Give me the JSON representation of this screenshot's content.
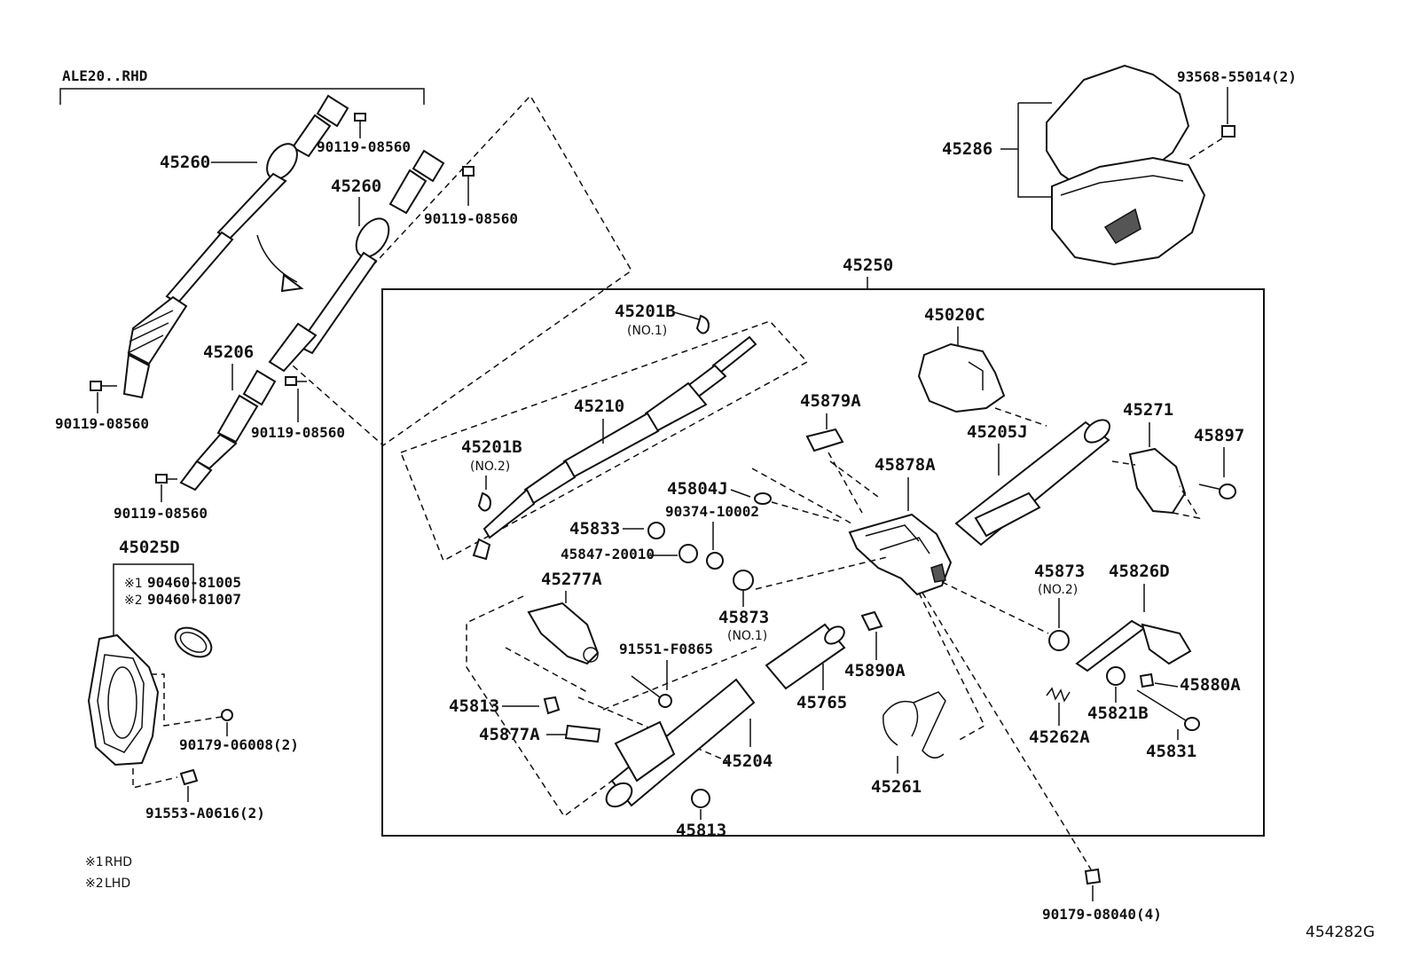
{
  "diagram": {
    "header_label": "ALE20..RHD",
    "assembly_label": "45250",
    "reference_code": "454282G",
    "legend": [
      {
        "mark": "※1",
        "text": "RHD"
      },
      {
        "mark": "※2",
        "text": "LHD"
      }
    ],
    "parts": {
      "p45260a": "45260",
      "p45260b": "45260",
      "p90119_a": "90119-08560",
      "p90119_b": "90119-08560",
      "p90119_c": "90119-08560",
      "p90119_d": "90119-08560",
      "p90119_e": "90119-08560",
      "p45206": "45206",
      "p45025D": "45025D",
      "p90460_1": "90460-81005",
      "p90460_2": "90460-81007",
      "p90179_06008": "90179-06008(2)",
      "p91553": "91553-A0616(2)",
      "p45286": "45286",
      "p93568": "93568-55014(2)",
      "p45201B_1": "45201B",
      "p45201B_1_note": "(NO.1)",
      "p45201B_2": "45201B",
      "p45201B_2_note": "(NO.2)",
      "p45210": "45210",
      "p45020C": "45020C",
      "p45879A": "45879A",
      "p45205J": "45205J",
      "p45271": "45271",
      "p45897": "45897",
      "p45878A": "45878A",
      "p45804J": "45804J",
      "p90374": "90374-10002",
      "p45833": "45833",
      "p45847": "45847-20010",
      "p45873_1": "45873",
      "p45873_1_note": "(NO.1)",
      "p45873_2": "45873",
      "p45873_2_note": "(NO.2)",
      "p45826D": "45826D",
      "p45277A": "45277A",
      "p91551": "91551-F0865",
      "p45813_a": "45813",
      "p45813_b": "45813",
      "p45877A": "45877A",
      "p45765": "45765",
      "p45890A": "45890A",
      "p45204": "45204",
      "p45261": "45261",
      "p45880A": "45880A",
      "p45821B": "45821B",
      "p45262A": "45262A",
      "p45831": "45831",
      "p90179_08040": "90179-08040(4)"
    }
  }
}
